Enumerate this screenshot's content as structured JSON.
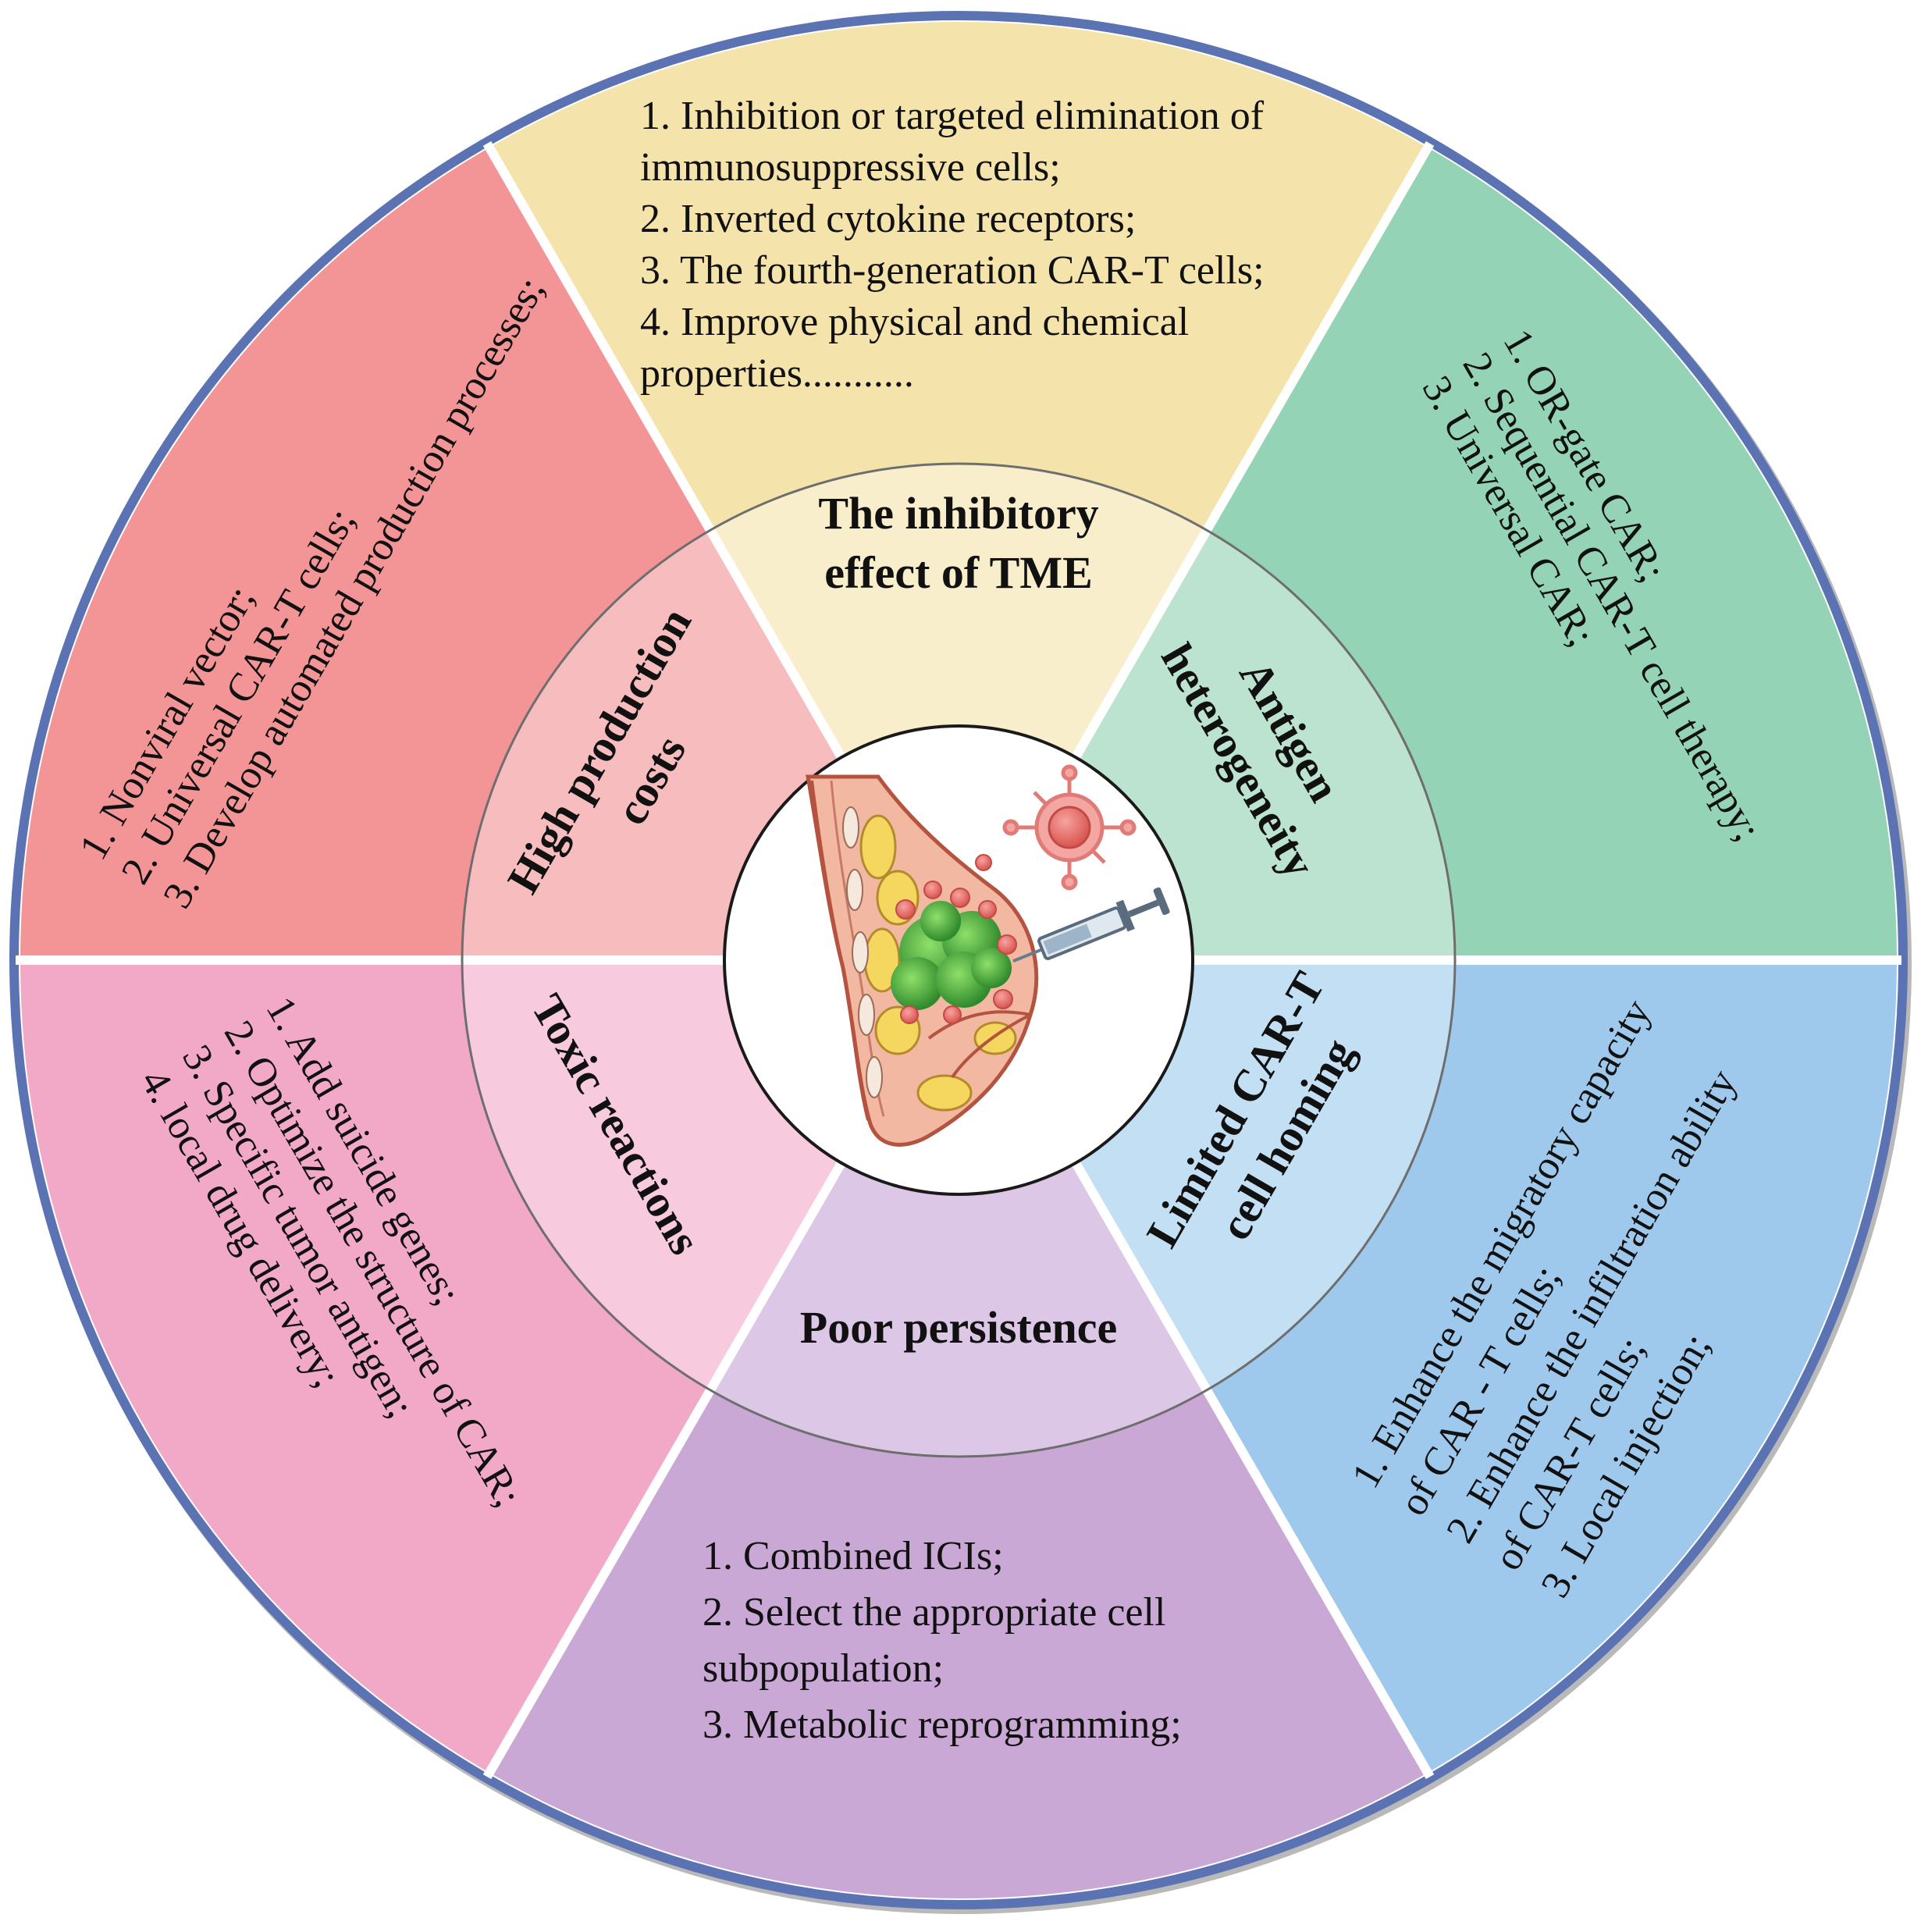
{
  "diagram": {
    "segments": [
      {
        "id": "tme",
        "title_lines": [
          "The inhibitory",
          "effect of TME"
        ],
        "items": [
          "1. Inhibition or targeted elimination of",
          "immunosuppressive cells;",
          "2. Inverted cytokine receptors;",
          "3. The fourth-generation CAR-T cells;",
          "4. Improve physical and chemical",
          "properties..........."
        ],
        "outer_color": "#f4e4ac",
        "inner_color": "#f8eecb"
      },
      {
        "id": "antigen",
        "title_lines": [
          "Antigen",
          "heterogeneity"
        ],
        "items": [
          "1. OR-gate CAR;",
          "2. Sequential CAR-T cell therapy;",
          "3. Universal CAR;"
        ],
        "outer_color": "#94d3b5",
        "inner_color": "#bce3cf"
      },
      {
        "id": "homing",
        "title_lines": [
          "Limited CAR-T",
          "cell homing"
        ],
        "items": [
          "1. Enhance the migratory capacity",
          "of CAR - T cells;",
          "2. Enhance the infiltration ability",
          "of CAR-T cells;",
          "3. Local injection;"
        ],
        "outer_color": "#9fc9ec",
        "inner_color": "#c3dff4"
      },
      {
        "id": "persistence",
        "title_lines": [
          "Poor persistence"
        ],
        "items": [
          "1. Combined ICIs;",
          "2. Select the appropriate cell",
          "subpopulation;",
          "3. Metabolic reprogramming;"
        ],
        "outer_color": "#caa8d5",
        "inner_color": "#dcc8e6"
      },
      {
        "id": "toxic",
        "title_lines": [
          "Toxic reactions"
        ],
        "items": [
          "1. Add suicide genes;",
          "2. Optimize the structure of CAR;",
          "3. Specific tumor antigen;",
          "4. local drug delivery;"
        ],
        "outer_color": "#f2a8c7",
        "inner_color": "#f8cadd"
      },
      {
        "id": "cost",
        "title_lines": [
          "High production",
          "costs"
        ],
        "items": [
          "1. Nonviral vector;",
          "2. Universal CAR-T cells;",
          "3. Develop automated production processes;"
        ],
        "outer_color": "#f39596",
        "inner_color": "#f6bcbe"
      }
    ],
    "center_illustration": "breast-tumor-car-t-injection-icon",
    "rim_color": "#5b73b3"
  }
}
